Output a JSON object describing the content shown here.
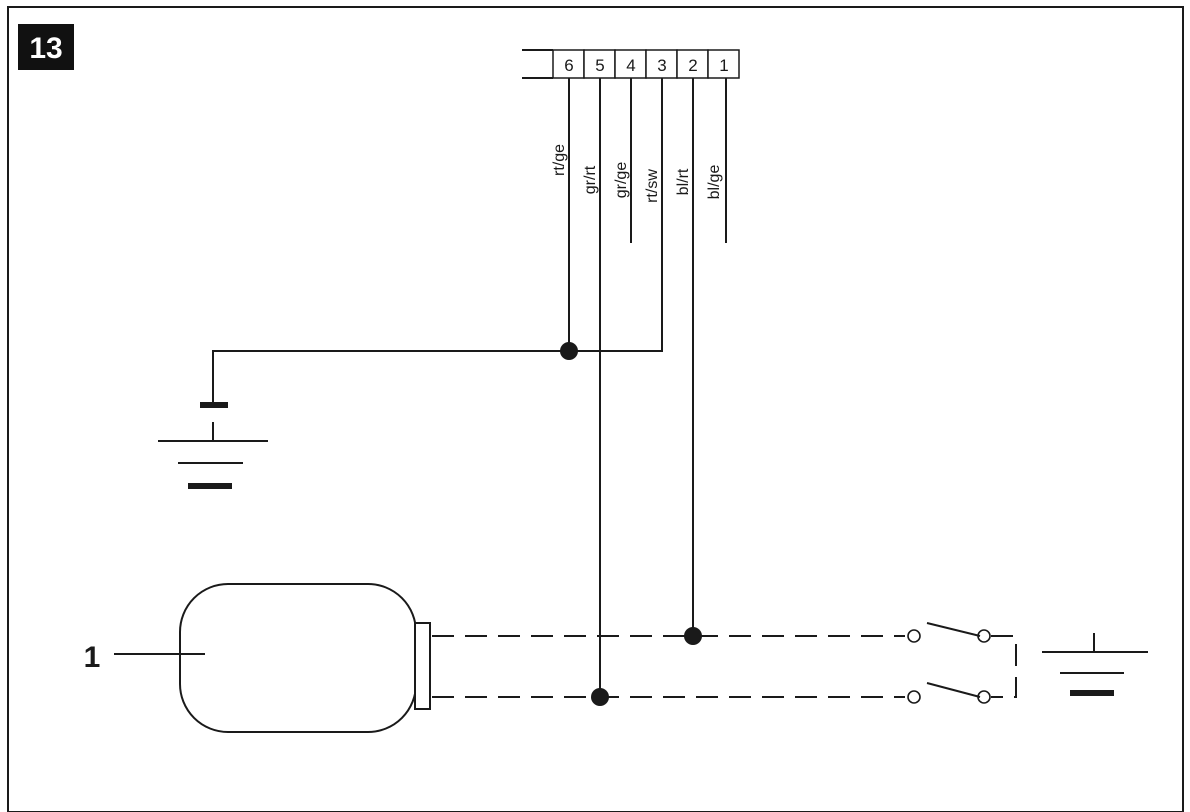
{
  "figure": {
    "number": "13"
  },
  "connector": {
    "pins": [
      "6",
      "5",
      "4",
      "3",
      "2",
      "1"
    ],
    "wire_codes": [
      "rt/ge",
      "gr/rt",
      "gr/ge",
      "rt/sw",
      "bl/rt",
      "bl/ge"
    ]
  },
  "component": {
    "callout": "1"
  },
  "colors": {
    "line": "#1a1a1a",
    "background": "#ffffff"
  },
  "icons": [
    "ground-symbol",
    "switch-symbol"
  ]
}
